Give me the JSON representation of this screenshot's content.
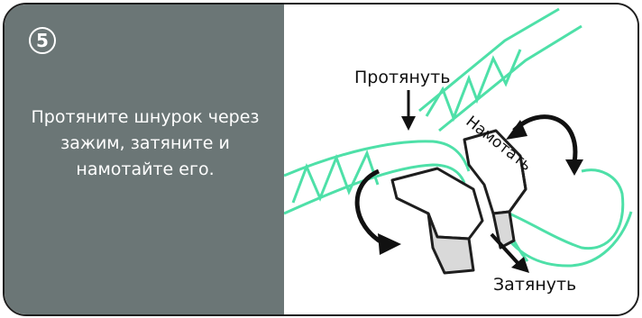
{
  "step": {
    "number": "5"
  },
  "instruction": "Протяните шнурок через зажим, затяните и намотайте его.",
  "labels": {
    "pull": "Протянуть",
    "wind": "Намотать",
    "tighten": "Затянуть"
  },
  "colors": {
    "panel": "#6b7676",
    "lace": "#4ee0a8",
    "frame": "#1e1e1e"
  },
  "icons": [
    "arrow-down-icon",
    "curved-arrow-icon",
    "lace-lock-icon"
  ]
}
